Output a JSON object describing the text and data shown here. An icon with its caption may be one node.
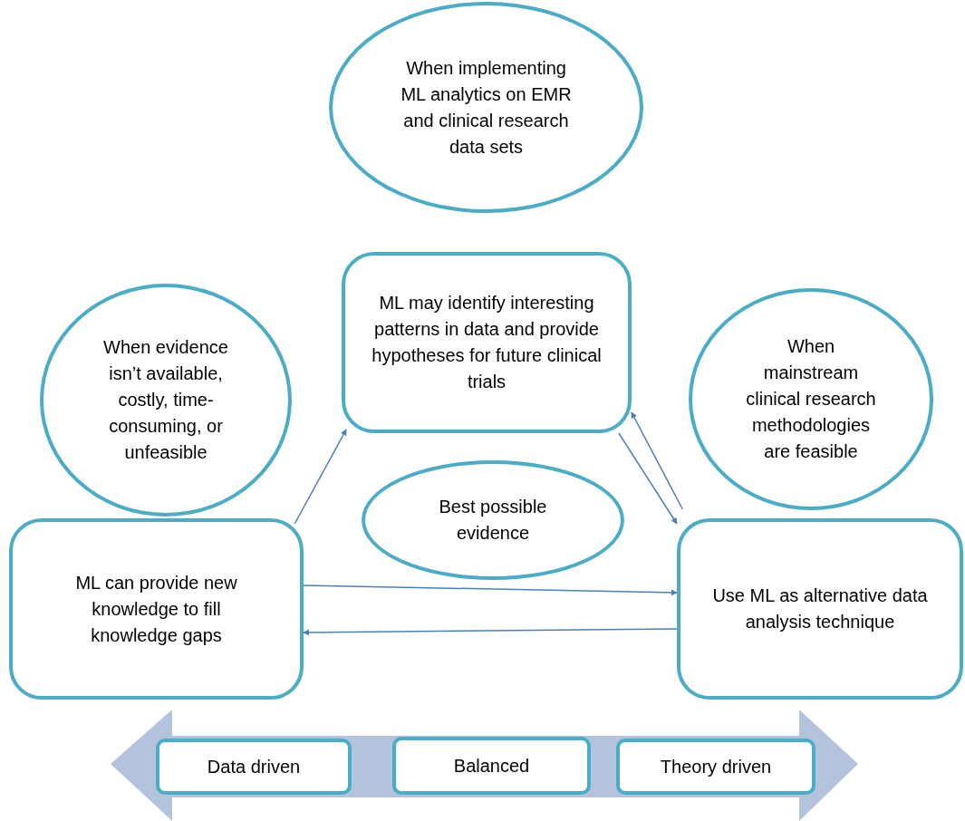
{
  "diagram": {
    "nodes": [
      {
        "text": [
          "When implementing ML analytics on EMR and clinical research data sets"
        ]
      },
      {
        "text": [
          "ML may identify interesting patterns in data and provide hypotheses for future clinical trials"
        ]
      },
      {
        "text": [
          "When evidence isn’t available, costly, time-consuming, or unfeasible"
        ]
      },
      {
        "text": [
          "When mainstream clinical research methodologies are feasible"
        ]
      },
      {
        "text": [
          "Best possible evidence"
        ]
      },
      {
        "text": [
          "ML can provide new knowledge to fill knowledge gaps"
        ]
      },
      {
        "text": [
          "Use ML as alternative data analysis technique"
        ]
      },
      {
        "text": [
          "Data driven"
        ]
      },
      {
        "text": [
          "Balanced"
        ]
      },
      {
        "text": [
          "Theory driven"
        ]
      }
    ],
    "edges": [
      {
        "from": 5,
        "to": 1,
        "arrow": "to"
      },
      {
        "from": 1,
        "to": 6,
        "arrow": "to"
      },
      {
        "from": 6,
        "to": 1,
        "arrow": "to"
      },
      {
        "from": 5,
        "to": 6,
        "arrow": "to"
      },
      {
        "from": 6,
        "to": 5,
        "arrow": "to"
      }
    ]
  }
}
